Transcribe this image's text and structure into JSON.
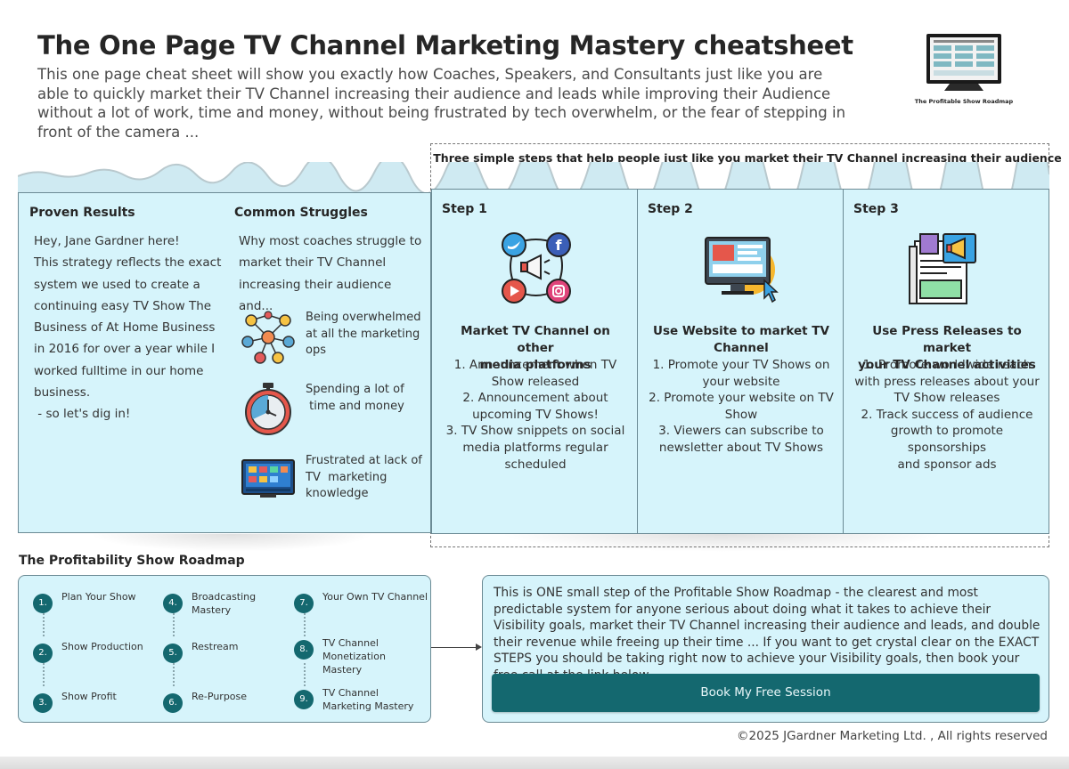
{
  "header": {
    "title": "The One Page TV Channel Marketing Mastery cheatsheet",
    "subtitle": "This one page cheat sheet will show you exactly how Coaches, Speakers, and Consultants just like you are able to quickly market their TV Channel increasing their audience and leads while improving their Audience without a lot of work, time and money, without being frustrated by tech overwhelm, or the fear of stepping in front of the camera ...",
    "thumbnail_caption": "The Profitable Show Roadmap"
  },
  "steps_heading": "Three simple steps that help people just like you market their TV Channel increasing their audience",
  "proven_results": {
    "heading": "Proven Results",
    "lines": [
      "Hey, Jane Gardner here!",
      "This strategy reflects the exact",
      "system we used to create a",
      "continuing easy TV Show The",
      "Business of At Home Business",
      "in 2016 for over a year while I",
      "worked fulltime in our home",
      "business.",
      " - so let's dig in!"
    ]
  },
  "common_struggles": {
    "heading": "Common Struggles",
    "intro_lines": [
      "Why most coaches struggle to",
      "market their TV Channel",
      "increasing their audience and..."
    ],
    "items": [
      {
        "icon": "network-people-icon",
        "lines": [
          "Being overwhelmed",
          "at all the marketing",
          "ops"
        ]
      },
      {
        "icon": "stopwatch-icon",
        "lines": [
          "Spending a lot of",
          " time and money"
        ]
      },
      {
        "icon": "smart-tv-icon",
        "lines": [
          "Frustrated at lack of",
          "TV  marketing",
          "knowledge"
        ]
      }
    ]
  },
  "steps": [
    {
      "label": "Step 1",
      "icon": "social-media-icon",
      "title_lines": [
        "Market TV Channel on other",
        "media platforms"
      ],
      "items": [
        "1. Announcement when TV",
        "Show released",
        "2. Announcement about",
        "upcoming TV Shows!",
        "3. TV Show snippets on social",
        "media platforms regular",
        "scheduled"
      ]
    },
    {
      "label": "Step 2",
      "icon": "website-monitor-icon",
      "title_lines": [
        "Use Website to market TV",
        "Channel"
      ],
      "items": [
        "1. Promote your TV Shows on",
        "your website",
        "2. Promote your website on TV",
        "Show",
        "3. Viewers can subscribe to",
        "newsletter about TV Shows"
      ]
    },
    {
      "label": "Step 3",
      "icon": "press-release-icon",
      "title_lines": [
        "Use Press Releases to market",
        "your TV Channel activities"
      ],
      "items": [
        "1. Promote worldwide reach",
        "with press releases about your",
        "TV Show releases",
        "2. Track success of audience",
        "growth to promote sponsorships",
        "and sponsor ads"
      ]
    }
  ],
  "roadmap": {
    "title": "The Profitability Show Roadmap",
    "items": [
      {
        "num": "1.",
        "label": "Plan Your Show"
      },
      {
        "num": "2.",
        "label": "Show Production"
      },
      {
        "num": "3.",
        "label": "Show Profit"
      },
      {
        "num": "4.",
        "label": "Broadcasting Mastery"
      },
      {
        "num": "5.",
        "label": "Restream"
      },
      {
        "num": "6.",
        "label": "Re-Purpose"
      },
      {
        "num": "7.",
        "label": "Your Own TV Channel"
      },
      {
        "num": "8.",
        "label": "TV Channel Monetization Mastery"
      },
      {
        "num": "9.",
        "label": "TV Channel Marketing Mastery"
      }
    ]
  },
  "cta": {
    "text": "This is ONE small step of the Profitable Show Roadmap - the clearest and most predictable system for anyone serious about doing what it takes to achieve their Visibility goals, market their TV Channel increasing their audience and leads, and double their revenue while freeing up their time ... If you want to get crystal clear on the EXACT STEPS you should be taking right now to achieve your Visibility goals, then book your free call at the link below...",
    "button_label": "Book My Free Session"
  },
  "footer": {
    "copyright": "©2025 JGardner Marketing Ltd. , All rights reserved"
  },
  "colors": {
    "panel_bg": "#d6f4fb",
    "accent": "#14686f",
    "border": "#6b8a94"
  }
}
